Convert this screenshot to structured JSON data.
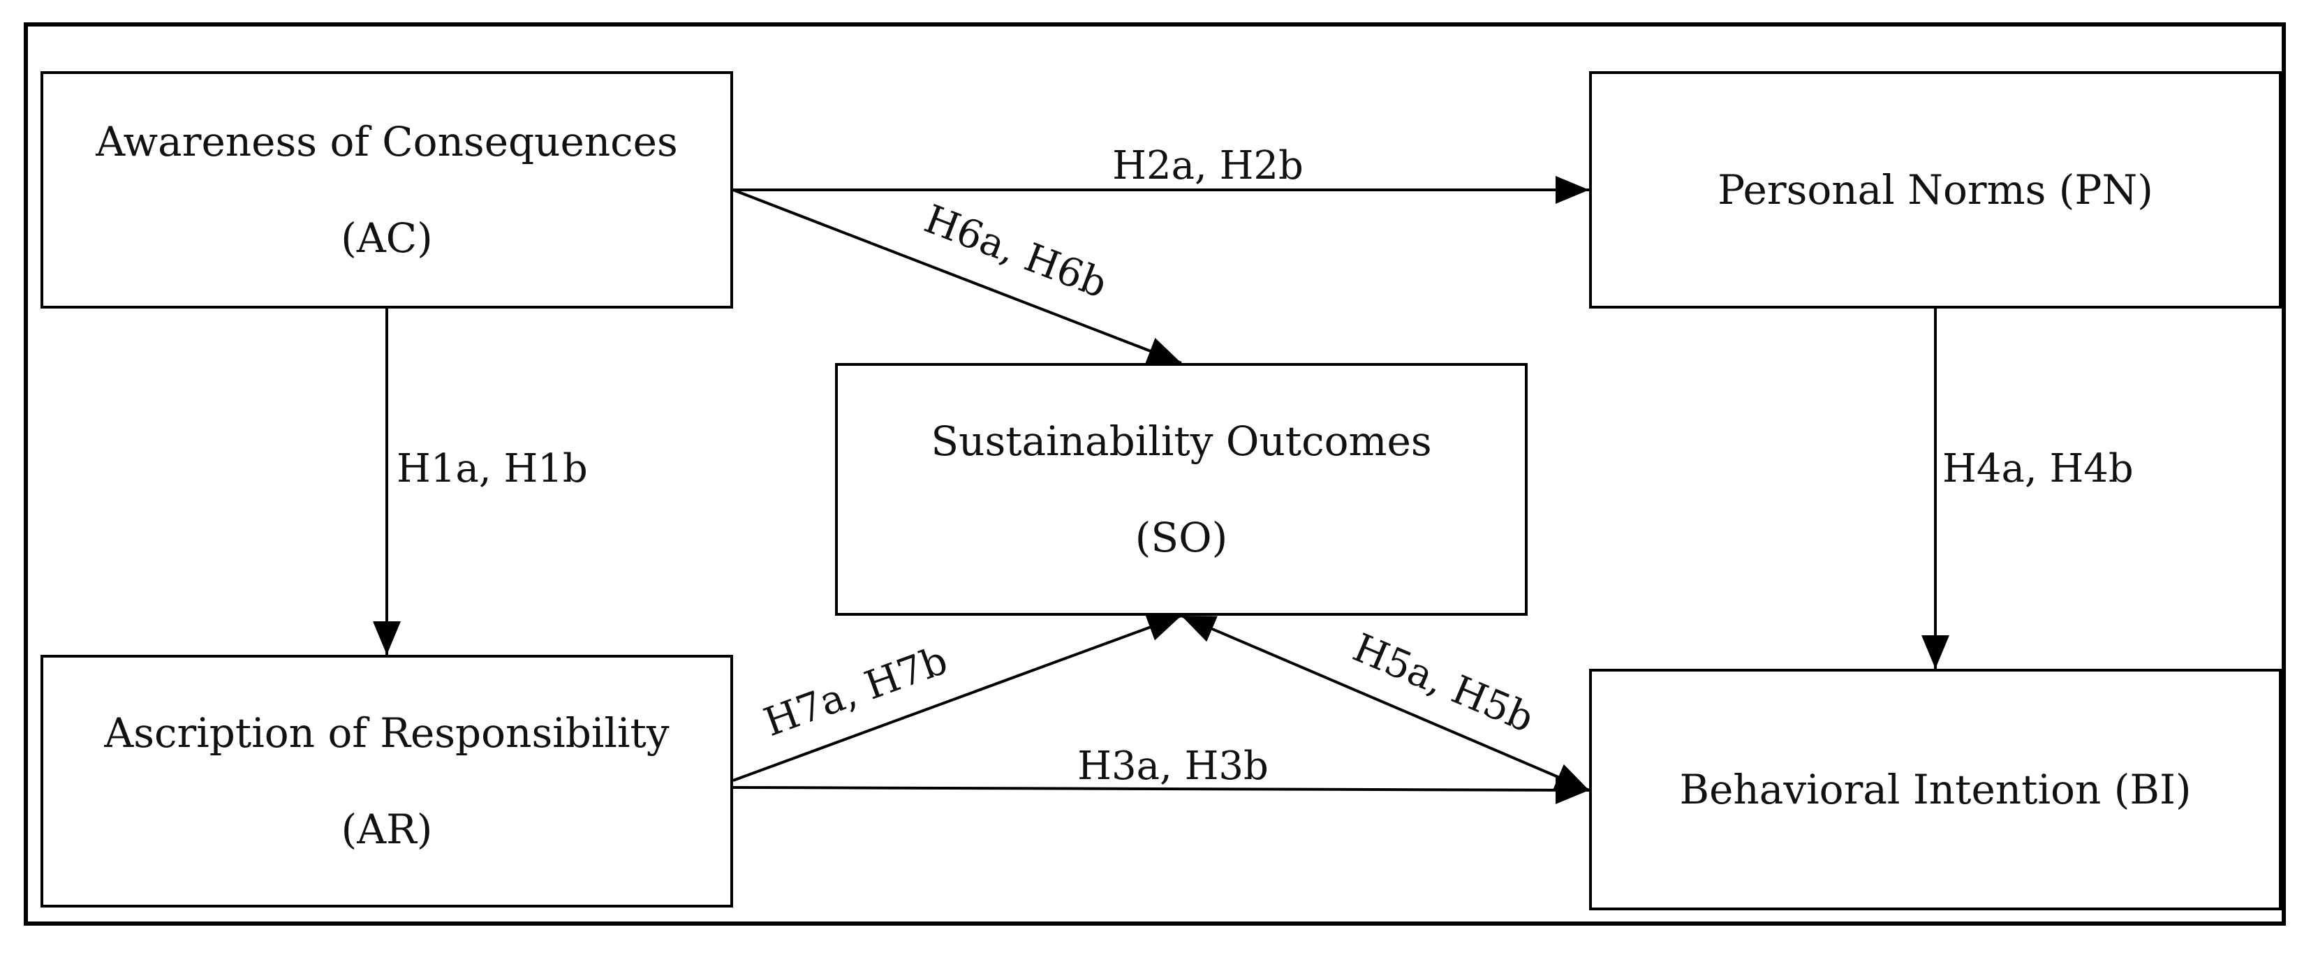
{
  "nodes": {
    "ac": {
      "line1": "Awareness of Consequences",
      "line2": "(AC)"
    },
    "pn": {
      "line1": "Personal Norms (PN)"
    },
    "so": {
      "line1": "Sustainability Outcomes",
      "line2": "(SO)"
    },
    "ar": {
      "line1": "Ascription of Responsibility",
      "line2": "(AR)"
    },
    "bi": {
      "line1": "Behavioral Intention (BI)"
    }
  },
  "edges": {
    "ac_pn": {
      "from": "AC",
      "to": "PN",
      "label": "H2a, H2b"
    },
    "ac_so": {
      "from": "AC",
      "to": "SO",
      "label": "H6a, H6b"
    },
    "ac_ar": {
      "from": "AC",
      "to": "AR",
      "label": "H1a, H1b"
    },
    "pn_bi": {
      "from": "PN",
      "to": "BI",
      "label": "H4a, H4b"
    },
    "ar_so": {
      "from": "AR",
      "to": "SO",
      "label": "H7a, H7b"
    },
    "ar_bi": {
      "from": "AR",
      "to": "BI",
      "label": "H3a, H3b"
    },
    "so_bi": {
      "from": "SO",
      "to": "BI",
      "label": "H5a, H5b",
      "bidirectional": true
    }
  }
}
